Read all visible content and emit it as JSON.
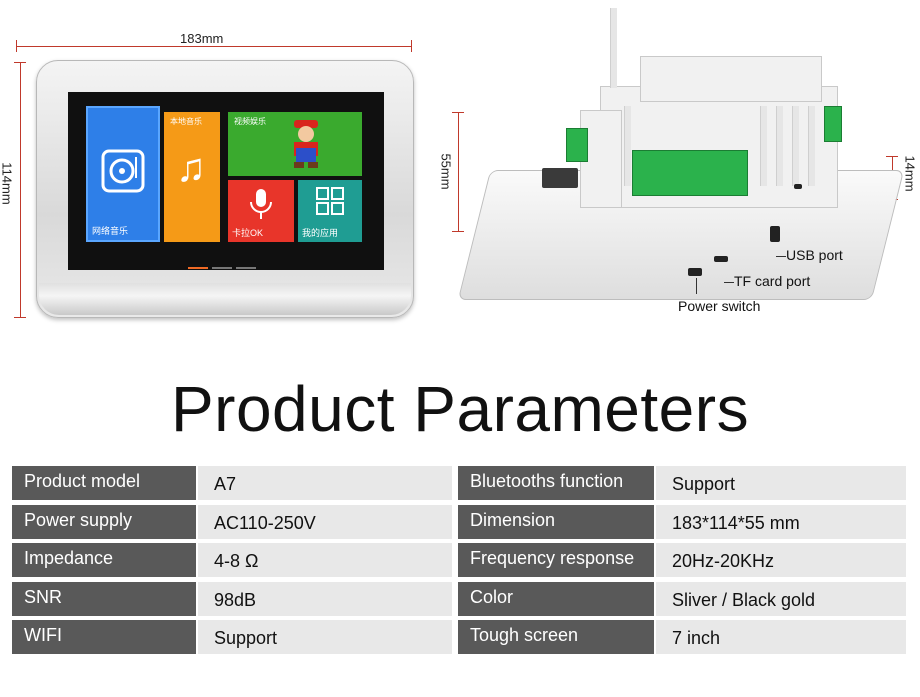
{
  "front_view": {
    "width_label": "183mm",
    "height_label": "114mm",
    "screen_tiles": {
      "network_music": "网络音乐",
      "local_music": "本地音乐",
      "video": "视频娱乐",
      "karaoke": "卡拉OK",
      "my_apps": "我的应用"
    }
  },
  "back_view": {
    "depth_label": "55mm",
    "thickness_label": "14mm",
    "callouts": {
      "usb": "USB port",
      "tf": "TF card port",
      "power": "Power switch"
    }
  },
  "title": "Product Parameters",
  "params_left": [
    {
      "label": "Product model",
      "value": "A7"
    },
    {
      "label": "Power supply",
      "value": "AC110-250V"
    },
    {
      "label": "Impedance",
      "value": "4-8 Ω"
    },
    {
      "label": "SNR",
      "value": "98dB"
    },
    {
      "label": "WIFI",
      "value": "Support"
    }
  ],
  "params_right": [
    {
      "label": "Bluetooths function",
      "value": "Support"
    },
    {
      "label": "Dimension",
      "value": "183*114*55 mm"
    },
    {
      "label": "Frequency response",
      "value": "20Hz-20KHz"
    },
    {
      "label": "Color",
      "value": "Sliver / Black gold"
    },
    {
      "label": "Tough screen",
      "value": "7 inch"
    }
  ]
}
